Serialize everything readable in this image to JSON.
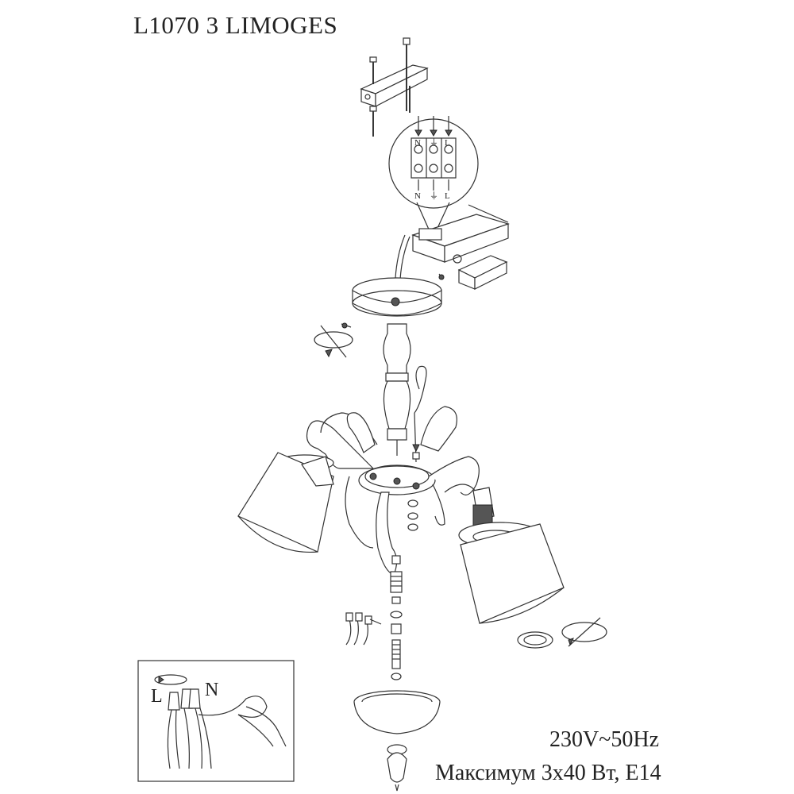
{
  "header": {
    "title": "L1070 3 LIMOGES"
  },
  "terminal": {
    "top_labels": [
      "N",
      "⏚",
      "L"
    ],
    "bottom_labels": [
      "N",
      "⏚",
      "L"
    ]
  },
  "wiring_inset": {
    "label_l": "L",
    "label_n": "N"
  },
  "specs": {
    "voltage": "230V~50Hz",
    "max_power": "Максимум 3x40 Вт, E14"
  }
}
